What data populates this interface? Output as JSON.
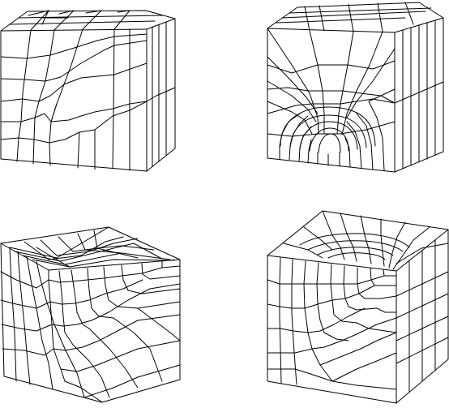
{
  "figure": {
    "panels": [
      {
        "id": "a",
        "description_visible": false
      },
      {
        "id": "b",
        "description_visible": false
      },
      {
        "id": "c",
        "description_visible": false
      },
      {
        "id": "d",
        "description_visible": false
      }
    ]
  },
  "style": {
    "stroke": "#000000",
    "background": "#ffffff"
  }
}
